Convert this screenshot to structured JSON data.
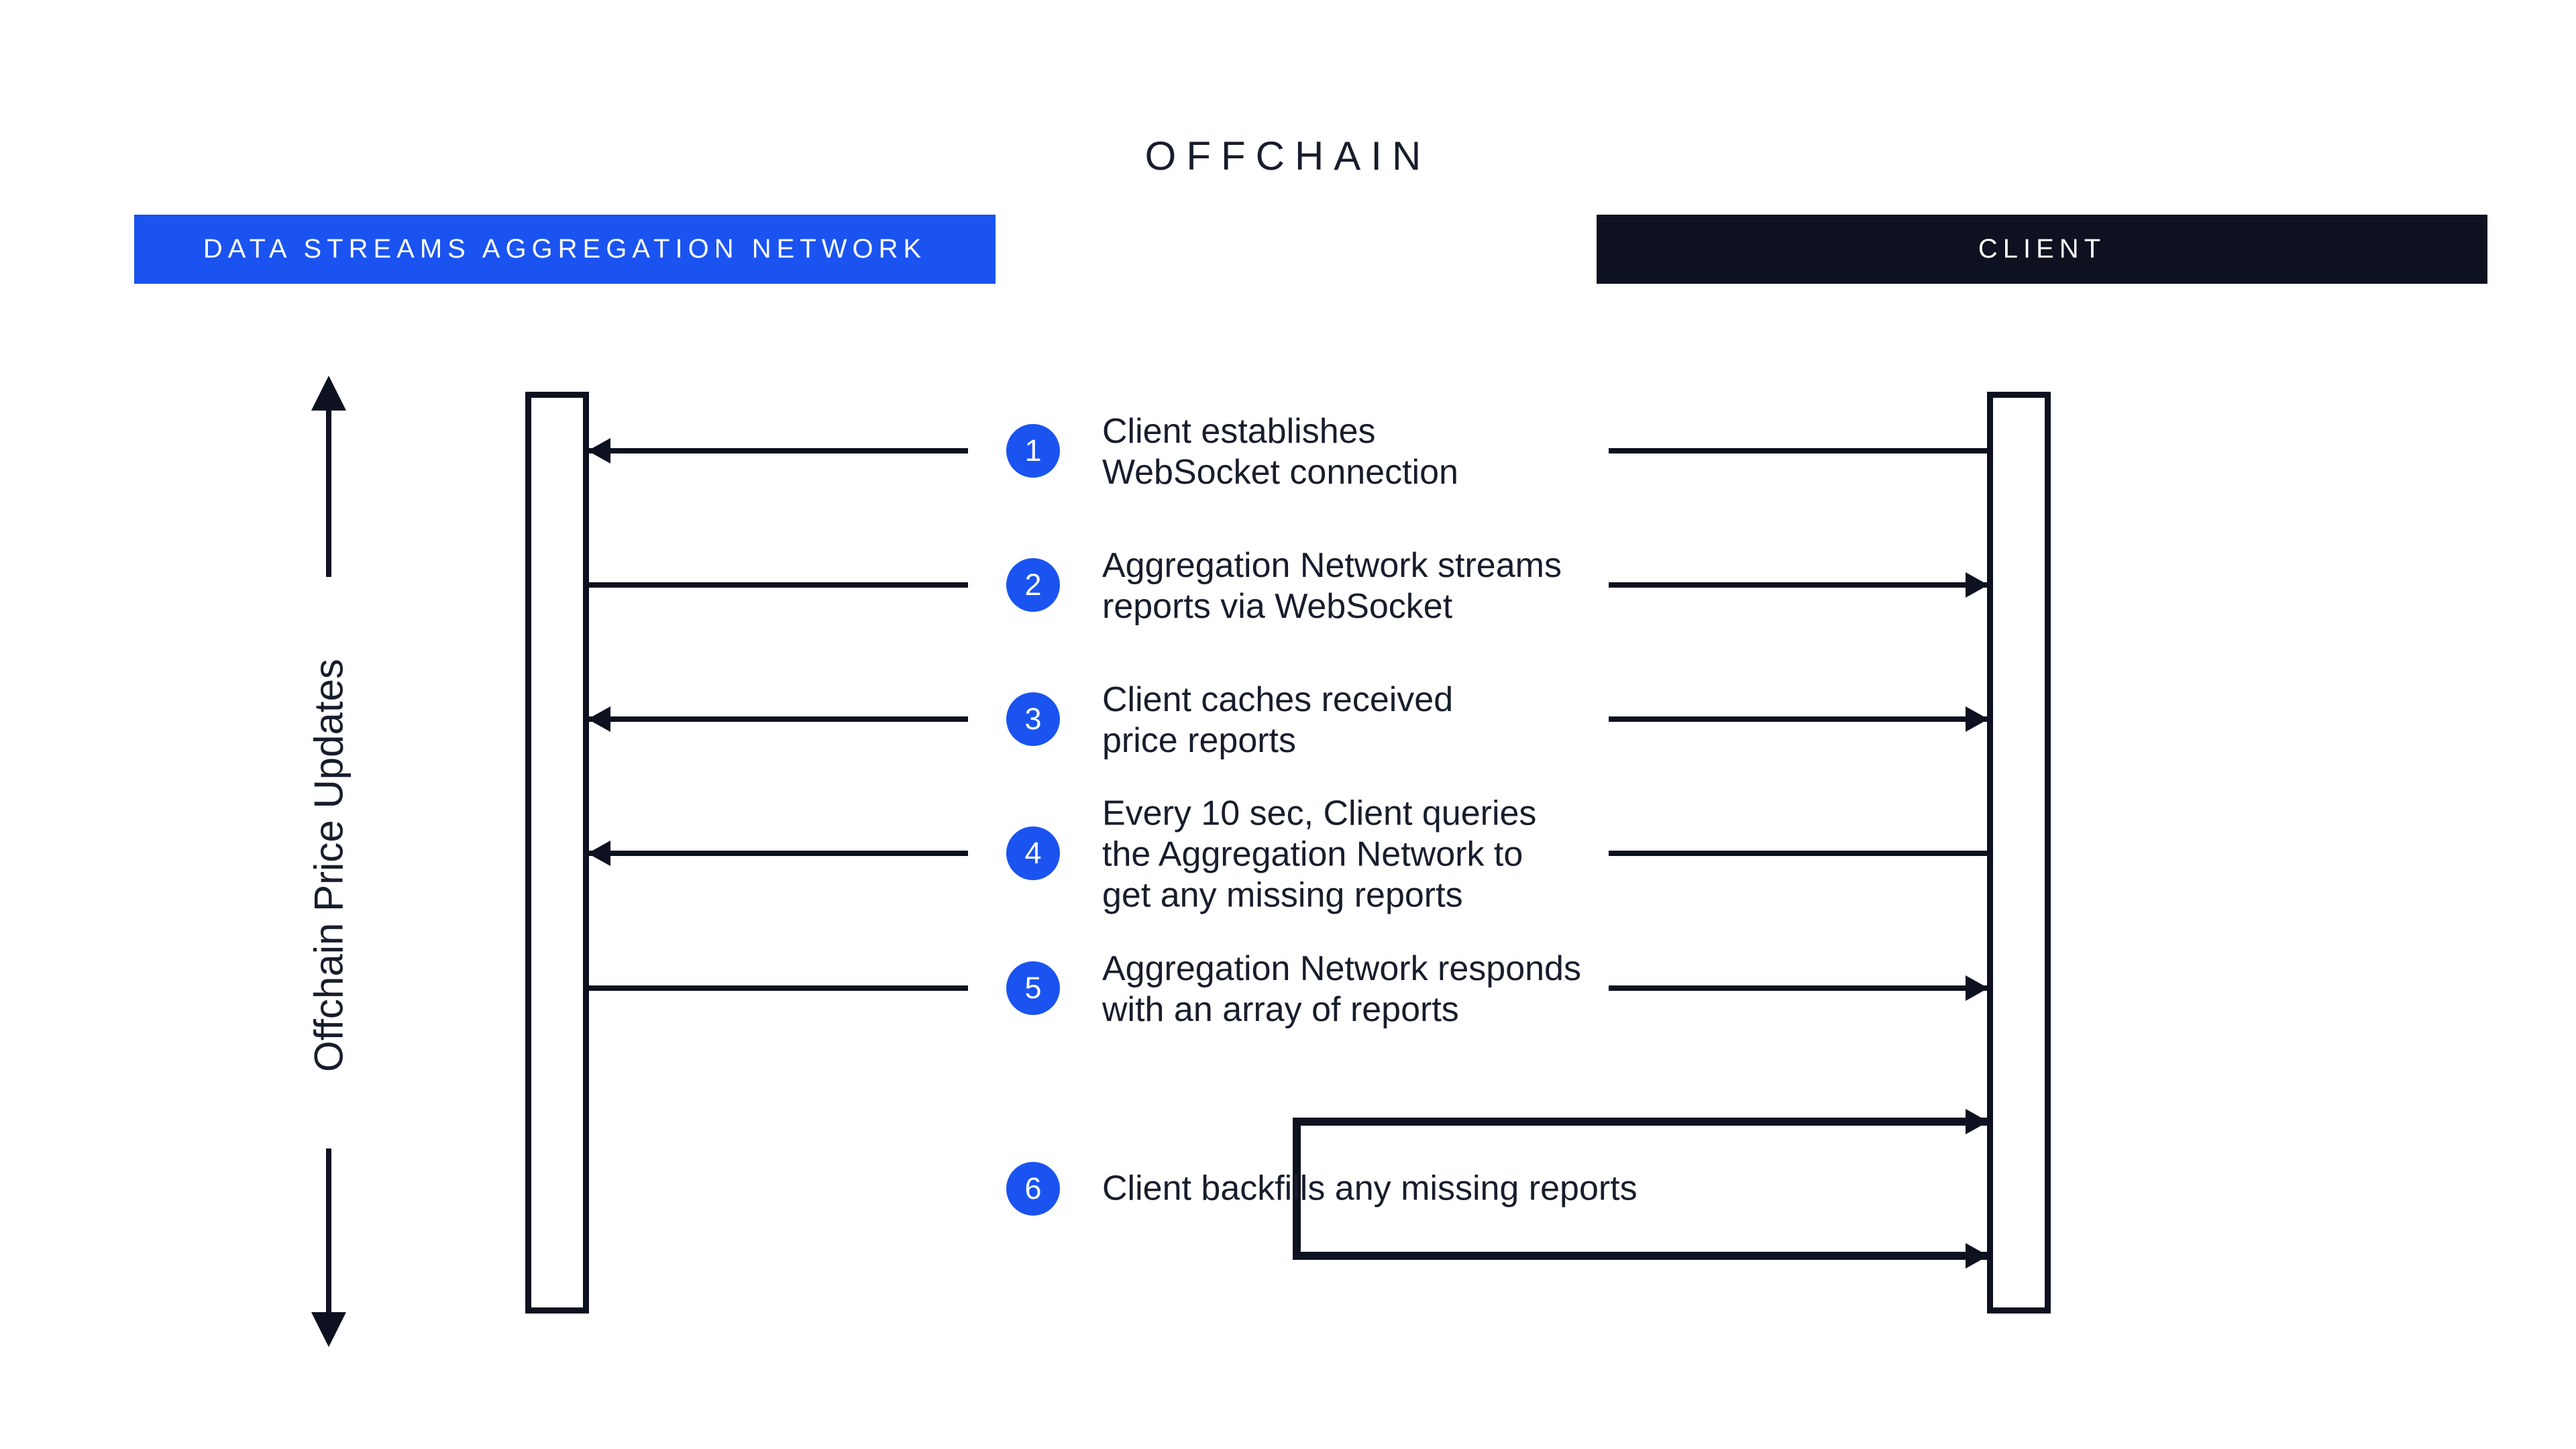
{
  "title": "OFFCHAIN",
  "network": {
    "label": "DATA STREAMS AGGREGATION NETWORK"
  },
  "client": {
    "label": "CLIENT"
  },
  "side_label": "Offchain Price Updates",
  "colors": {
    "accent_blue": "#1a53f0",
    "dark_navy": "#0d1120",
    "text": "#181d2c"
  },
  "steps": [
    {
      "num": "1",
      "text": "Client establishes\nWebSocket connection"
    },
    {
      "num": "2",
      "text": "Aggregation Network streams\nreports via WebSocket"
    },
    {
      "num": "3",
      "text": "Client caches received\nprice reports"
    },
    {
      "num": "4",
      "text": "Every 10 sec, Client queries\nthe Aggregation Network to\nget any missing reports"
    },
    {
      "num": "5",
      "text": "Aggregation Network responds\nwith an array of reports"
    },
    {
      "num": "6",
      "text": "Client backfills any missing reports"
    }
  ]
}
